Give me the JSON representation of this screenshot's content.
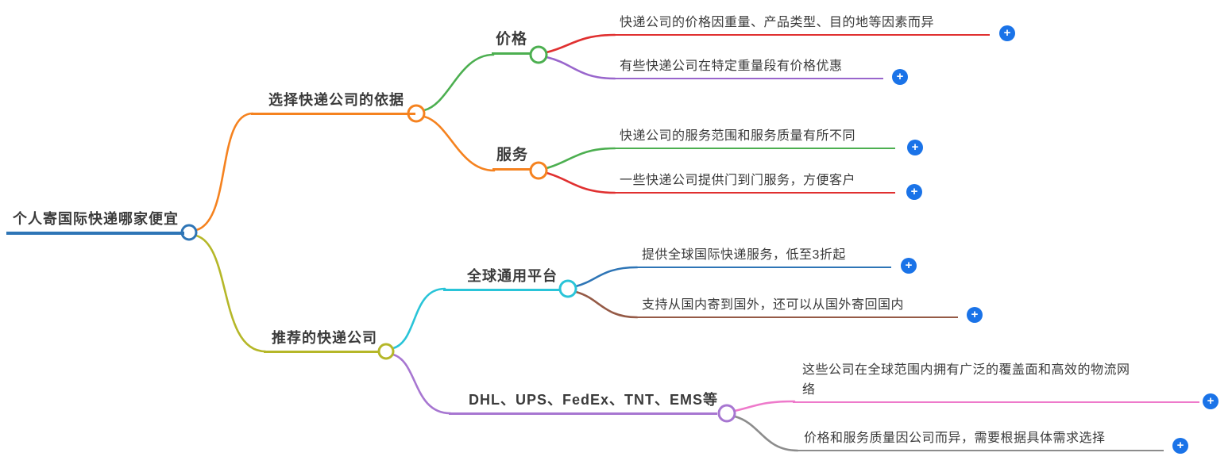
{
  "title": "个人寄国际快递哪家便宜",
  "icons": {
    "expand": "+"
  },
  "colors": {
    "root_blue": "#2E75B6",
    "orange": "#F5821F",
    "green": "#4CAF50",
    "red": "#E03030",
    "purple": "#9966CC",
    "olive": "#B5B728",
    "cyan": "#29C4D8",
    "steel_blue": "#2E75B6",
    "brown": "#955A46",
    "light_purple": "#A776D1",
    "pink": "#EE7ACB",
    "gray": "#8C8C8C",
    "expand_button_blue": "#1A73E8",
    "text": "#3A3A3A"
  },
  "mindmap": {
    "root": {
      "label": "个人寄国际快递哪家便宜"
    },
    "branch1": {
      "label": "选择快递公司的依据",
      "children": [
        {
          "label": "价格",
          "children": [
            {
              "label": "快递公司的价格因重量、产品类型、目的地等因素而异"
            },
            {
              "label": "有些快递公司在特定重量段有价格优惠"
            }
          ]
        },
        {
          "label": "服务",
          "children": [
            {
              "label": "快递公司的服务范围和服务质量有所不同"
            },
            {
              "label": "一些快递公司提供门到门服务，方便客户"
            }
          ]
        }
      ]
    },
    "branch2": {
      "label": "推荐的快递公司",
      "children": [
        {
          "label": "全球通用平台",
          "children": [
            {
              "label": "提供全球国际快递服务，低至3折起"
            },
            {
              "label": "支持从国内寄到国外，还可以从国外寄回国内"
            }
          ]
        },
        {
          "label": "DHL、UPS、FedEx、TNT、EMS等",
          "children": [
            {
              "label": "这些公司在全球范围内拥有广泛的覆盖面和高效的物流网络"
            },
            {
              "label": "价格和服务质量因公司而异，需要根据具体需求选择"
            }
          ]
        }
      ]
    }
  }
}
